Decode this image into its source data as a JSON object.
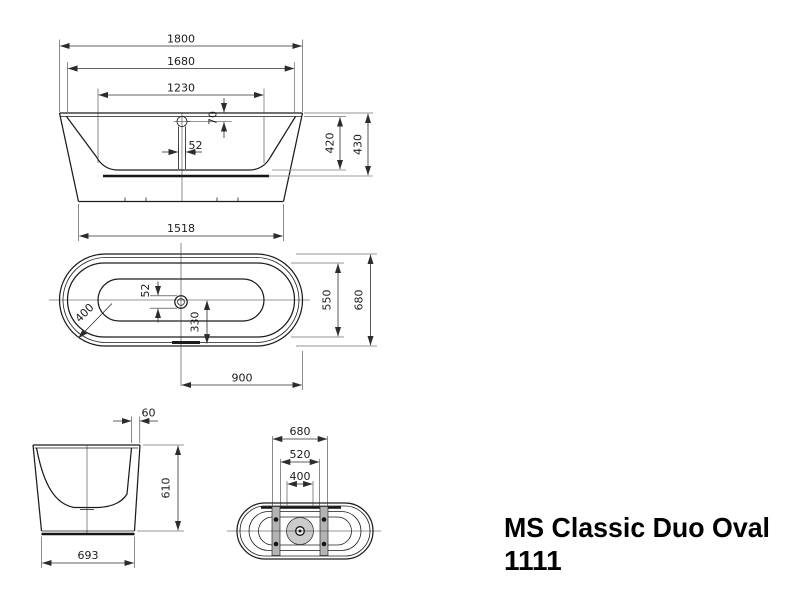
{
  "title": {
    "line1": "MS Classic Duo Oval",
    "line2": "1111"
  },
  "views": {
    "front": {
      "label": "front-elevation",
      "dims": {
        "overall_length": "1800",
        "rim_length": "1680",
        "bottom_length": "1230",
        "drain_center_depth": "70",
        "waste_diameter": "52",
        "interior_depth": "420",
        "overall_height": "430",
        "base_length": "1518"
      }
    },
    "plan": {
      "label": "top-view",
      "dims": {
        "waste_diameter": "52",
        "waste_to_edge": "330",
        "corner_radius": "400",
        "interior_width": "550",
        "overall_width": "680",
        "center_to_end": "900"
      }
    },
    "side": {
      "label": "end-elevation",
      "dims": {
        "rim_width": "60",
        "height": "610",
        "base_width": "693"
      }
    },
    "bottom": {
      "label": "bottom-view",
      "dims": {
        "support_outer": "680",
        "support_mid": "520",
        "support_inner": "400"
      }
    }
  },
  "colors": {
    "line": "#1c1c1c",
    "dim_line": "#2c2c2c",
    "gray_line": "#9c9c9c",
    "rail_fill": "#b3b3b3",
    "drain_pad_fill": "#cbcbcb",
    "background": "#ffffff",
    "title_text": "#000000"
  }
}
